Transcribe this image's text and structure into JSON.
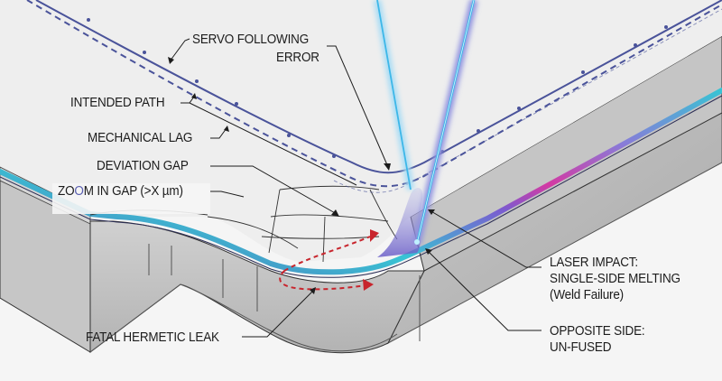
{
  "diagram": {
    "title": "Laser weld servo following error causing hermetic leak",
    "colors": {
      "path": "#4a539a",
      "laser": "#3db7e8",
      "laser_glow": "#a6dcf5",
      "laser_violet": "#7b7fd8",
      "leak": "#c8252d",
      "seam_magenta": "#d33aa3",
      "seam_cyan": "#38c4d4",
      "seam_blue": "#5a63b8",
      "wall": "#bdbdbd",
      "top": "#ececec"
    },
    "labels": {
      "servo_line1": "SERVO FOLLOWING",
      "servo_line2": "ERROR",
      "intended_path": "INTENDED PATH",
      "mechanical_lag": "MECHANICAL LAG",
      "deviation_gap": "DEVIATION GAP",
      "zoom_gap_pre": "Z",
      "zoom_gap_o1": "O",
      "zoom_gap_o2": "O",
      "zoom_gap_post": "M IN GAP (>X µm)",
      "fatal_leak": "FATAL HERMETIC LEAK",
      "laser_line1": "LASER IMPACT:",
      "laser_line2": "SINGLE-SIDE MELTING",
      "laser_line3": "(Weld Failure)",
      "opposite_line1": "OPPOSITE SIDE:",
      "opposite_line2": "UN-FUSED"
    },
    "icons": {
      "zoom_lens": "magnifier-ring-icon",
      "leak_arrows": "dashed-arrow-icon"
    }
  }
}
